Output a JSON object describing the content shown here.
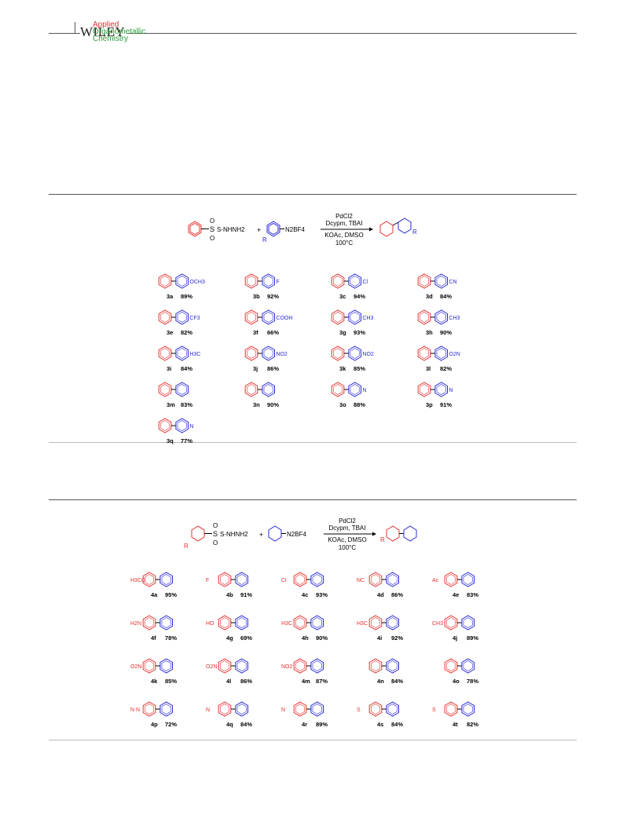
{
  "header": {
    "publisher": "WILEY",
    "journal_lines": [
      "Applied",
      "Organometallic",
      "Chemistry"
    ]
  },
  "colors": {
    "ring_red": "#e8302f",
    "ring_blue": "#2a2ad6",
    "journal_green": "#2a9d3a"
  },
  "scheme1": {
    "reagent1": "S-NHNH2",
    "reagent2": "N2BF4",
    "plus": "+",
    "r_label": "R",
    "conditions_above": [
      "PdCl2",
      "Dcypm, TBAI"
    ],
    "conditions_below": [
      "KOAc, DMSO",
      "100°C"
    ],
    "products": [
      {
        "id": "3a",
        "yield": "89%",
        "sub": "OCH3"
      },
      {
        "id": "3b",
        "yield": "92%",
        "sub": "F"
      },
      {
        "id": "3c",
        "yield": "94%",
        "sub": "Cl"
      },
      {
        "id": "3d",
        "yield": "84%",
        "sub": "CN"
      },
      {
        "id": "3e",
        "yield": "82%",
        "sub": "CF3"
      },
      {
        "id": "3f",
        "yield": "66%",
        "sub": "COOH"
      },
      {
        "id": "3g",
        "yield": "93%",
        "sub": "CH3"
      },
      {
        "id": "3h",
        "yield": "90%",
        "sub": "CH3"
      },
      {
        "id": "3i",
        "yield": "84%",
        "sub": "H3C"
      },
      {
        "id": "3j",
        "yield": "86%",
        "sub": "NO2"
      },
      {
        "id": "3k",
        "yield": "85%",
        "sub": "NO2"
      },
      {
        "id": "3l",
        "yield": "82%",
        "sub": "O2N"
      },
      {
        "id": "3m",
        "yield": "83%",
        "sub": ""
      },
      {
        "id": "3n",
        "yield": "90%",
        "sub": ""
      },
      {
        "id": "3o",
        "yield": "88%",
        "sub": "N"
      },
      {
        "id": "3p",
        "yield": "91%",
        "sub": "N"
      },
      {
        "id": "3q",
        "yield": "77%",
        "sub": "N"
      }
    ]
  },
  "scheme2": {
    "reagent1": "S-NHNH2",
    "reagent2": "N2BF4",
    "plus": "+",
    "r_label": "R",
    "conditions_above": [
      "PdCl2",
      "Dcypm, TBAI"
    ],
    "conditions_below": [
      "KOAc, DMSO",
      "100°C"
    ],
    "products": [
      {
        "id": "4a",
        "yield": "95%",
        "sub": "H3CO"
      },
      {
        "id": "4b",
        "yield": "91%",
        "sub": "F"
      },
      {
        "id": "4c",
        "yield": "93%",
        "sub": "Cl"
      },
      {
        "id": "4d",
        "yield": "86%",
        "sub": "NC"
      },
      {
        "id": "4e",
        "yield": "83%",
        "sub": "Ac"
      },
      {
        "id": "4f",
        "yield": "78%",
        "sub": "H2N"
      },
      {
        "id": "4g",
        "yield": "69%",
        "sub": "HO"
      },
      {
        "id": "4h",
        "yield": "90%",
        "sub": "H3C"
      },
      {
        "id": "4i",
        "yield": "92%",
        "sub": "H3C"
      },
      {
        "id": "4j",
        "yield": "89%",
        "sub": "CH3"
      },
      {
        "id": "4k",
        "yield": "85%",
        "sub": "O2N"
      },
      {
        "id": "4l",
        "yield": "86%",
        "sub": "O2N"
      },
      {
        "id": "4m",
        "yield": "87%",
        "sub": "NO2"
      },
      {
        "id": "4n",
        "yield": "84%",
        "sub": ""
      },
      {
        "id": "4o",
        "yield": "78%",
        "sub": ""
      },
      {
        "id": "4p",
        "yield": "72%",
        "sub": "N N"
      },
      {
        "id": "4q",
        "yield": "84%",
        "sub": "N"
      },
      {
        "id": "4r",
        "yield": "89%",
        "sub": "N"
      },
      {
        "id": "4s",
        "yield": "84%",
        "sub": "S"
      },
      {
        "id": "4t",
        "yield": "82%",
        "sub": "S"
      }
    ]
  }
}
